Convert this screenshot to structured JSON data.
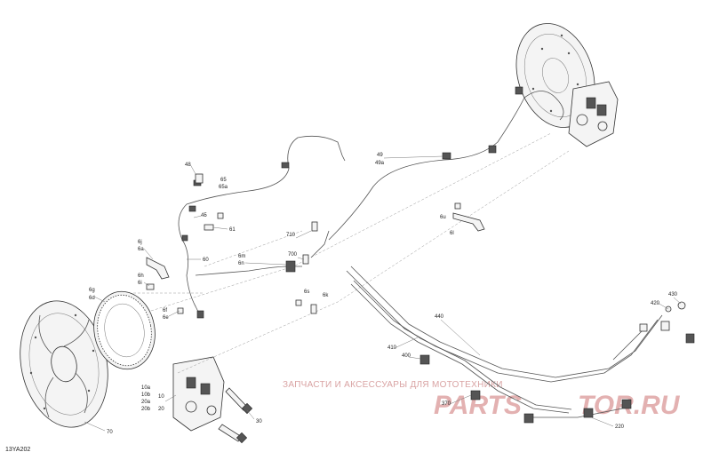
{
  "drawing_code": "13YA202",
  "watermark": {
    "caption": "ЗАПЧАСТИ И АКСЕССУАРЫ ДЛЯ МОТОТЕХНИКИ",
    "brand_left": "PARTS",
    "brand_right": "TOR.RU"
  },
  "callouts": {
    "c48": "48",
    "c65": "65",
    "c65a": "65a",
    "c45": "45",
    "c61": "61",
    "c6j": "6j",
    "c6a": "6a",
    "c60": "60",
    "c6h": "6h",
    "c6i": "6i",
    "c6d": "6d",
    "c6g": "6g",
    "c6f": "6f",
    "c6e": "6e",
    "c6m": "6m",
    "c6n": "6n",
    "c710": "710",
    "c700": "700",
    "c6s": "6s",
    "c6k": "6k",
    "c6l": "6l",
    "c6u": "6u",
    "c49": "49",
    "c49a": "49a",
    "c440": "440",
    "c410": "410",
    "c400": "400",
    "c370": "370",
    "c430": "430",
    "c420": "420",
    "c10a": "10a",
    "c10b": "10b",
    "c20a": "20a",
    "c20b": "20b",
    "c10": "10",
    "c20": "20",
    "c30": "30",
    "c70": "70",
    "c220": "220"
  }
}
